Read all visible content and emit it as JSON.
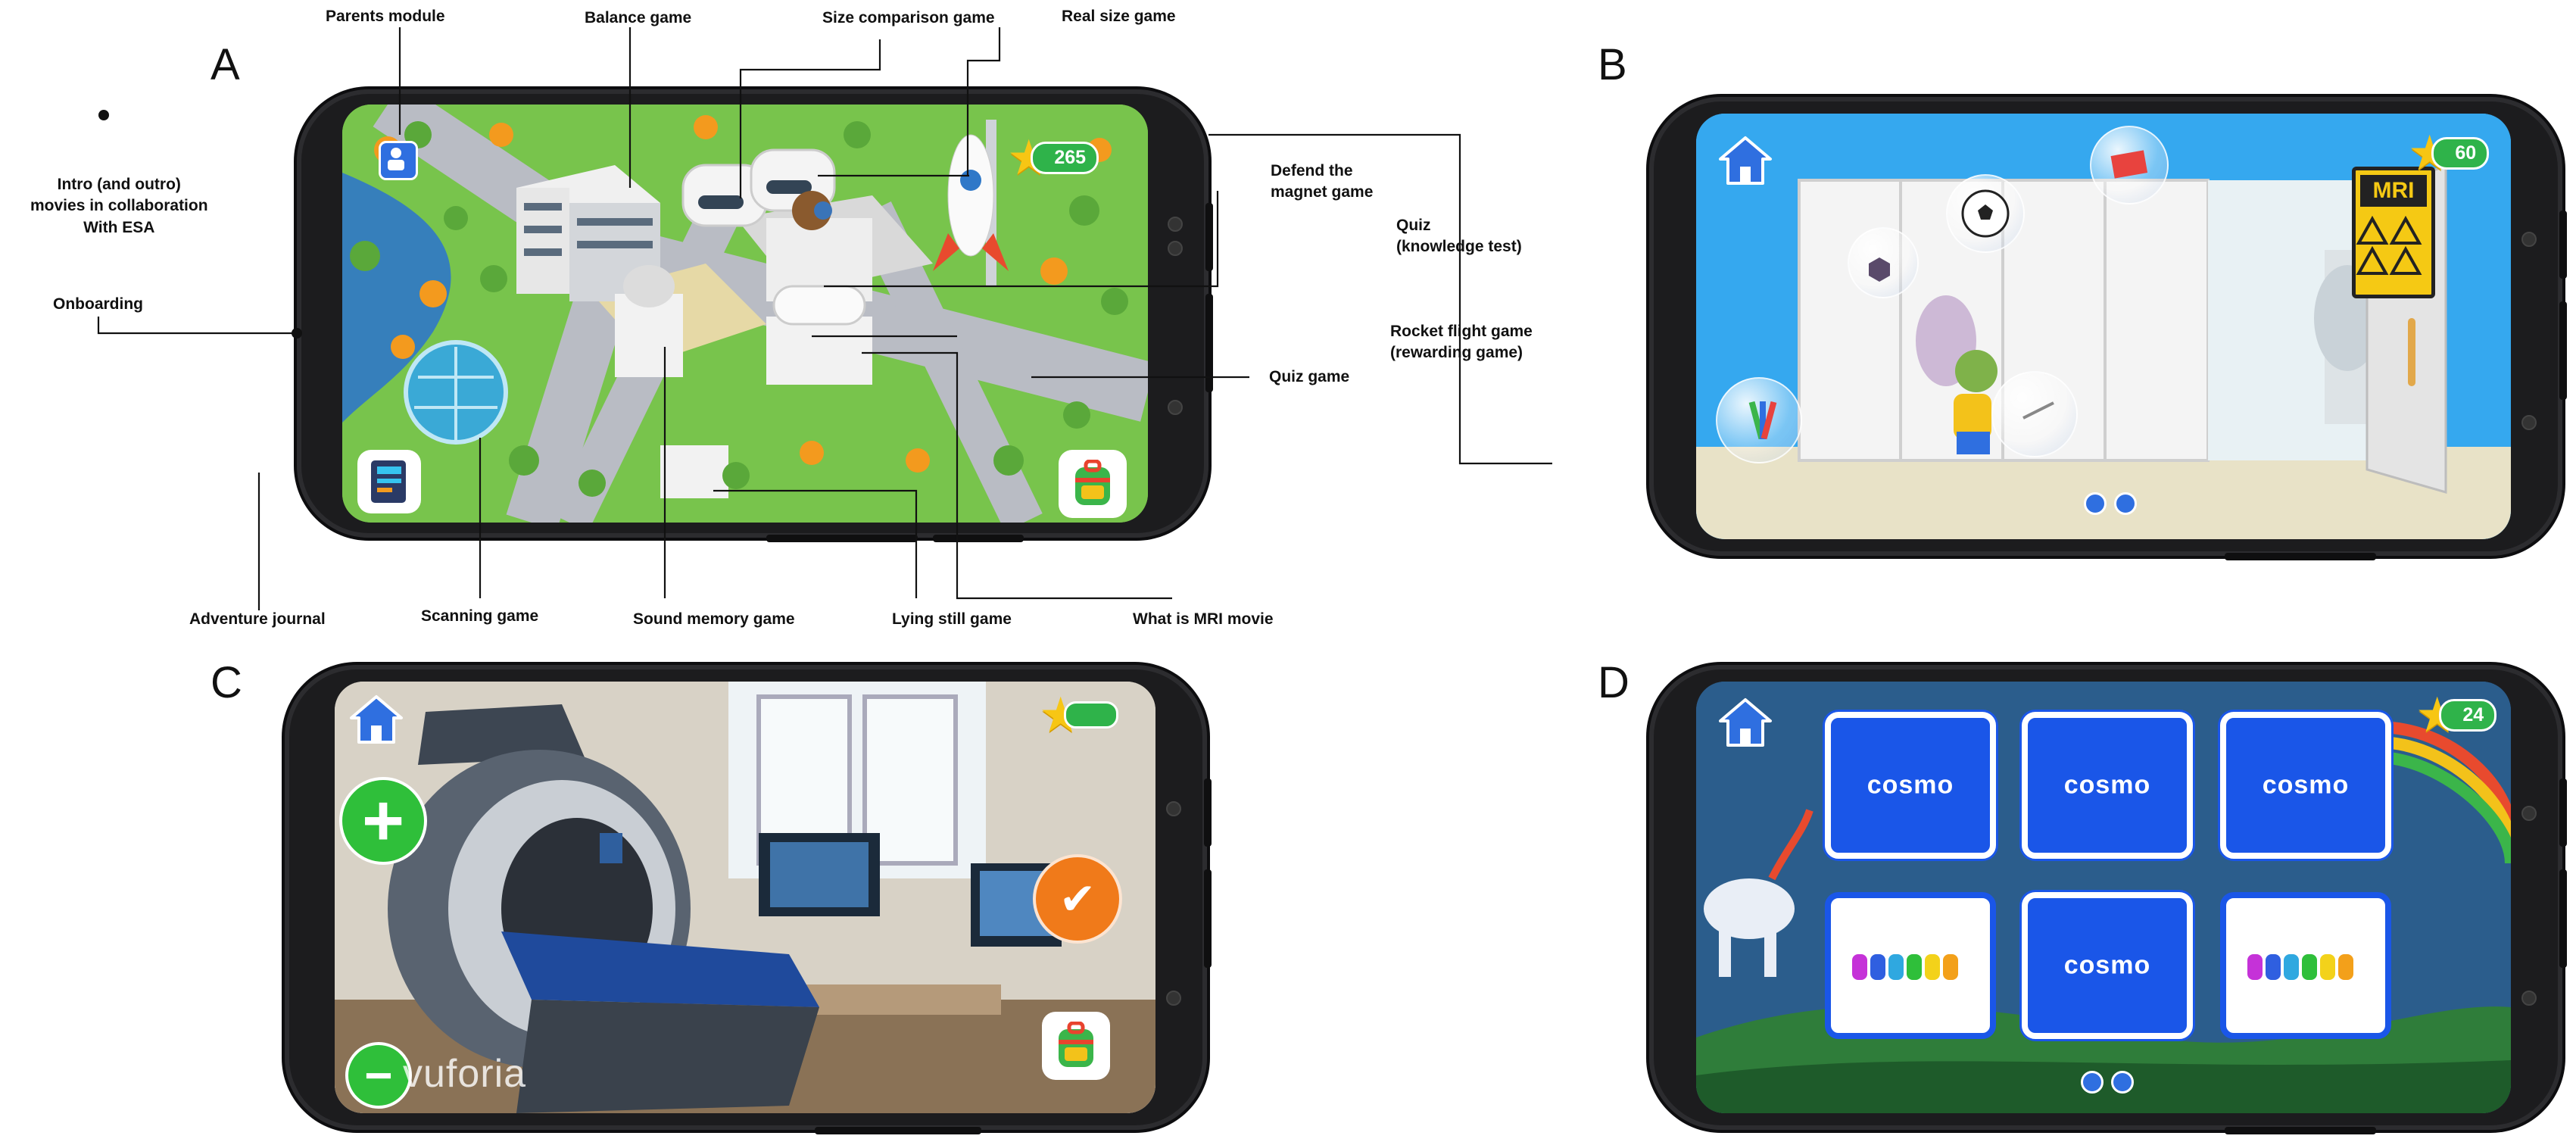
{
  "panels": {
    "a": "A",
    "b": "B",
    "c": "C",
    "d": "D"
  },
  "callouts": {
    "parents_module": "Parents module",
    "balance_game": "Balance game",
    "size_comparison_game": "Size comparison game",
    "real_size_game": "Real size game",
    "intro_line1": "Intro (and outro)",
    "intro_line2": "movies in collaboration",
    "intro_line3": "With ESA",
    "onboarding": "Onboarding",
    "defend_line1": "Defend the",
    "defend_line2": "magnet game",
    "quiz_line1": "Quiz",
    "quiz_line2": "(knowledge test)",
    "rocket_line1": "Rocket flight game",
    "rocket_line2": "(rewarding game)",
    "quiz_game": "Quiz game",
    "adventure_journal": "Adventure journal",
    "scanning_game": "Scanning game",
    "sound_memory_game": "Sound memory game",
    "lying_still_game": "Lying still game",
    "what_is_mri_movie": "What is MRI movie"
  },
  "screen_a": {
    "score": "265"
  },
  "screen_b": {
    "score": "60",
    "door_sign": "MRI"
  },
  "screen_c": {
    "watermark": "vuforia",
    "plus": "+",
    "minus": "−",
    "check": "✔"
  },
  "screen_d": {
    "score": "24",
    "card_label": "cosmo"
  },
  "icons": {
    "home": "home-icon",
    "star": "star-icon",
    "backpack": "backpack-icon",
    "journal": "journal-icon",
    "parents": "parent-lock-icon"
  },
  "colors": {
    "score_green": "#2fb34a",
    "star_yellow": "#f7c614",
    "card_blue": "#1a56e8",
    "home_blue": "#2f6fe0",
    "confirm_orange": "#f07a1a",
    "add_green": "#2fbf3a"
  }
}
